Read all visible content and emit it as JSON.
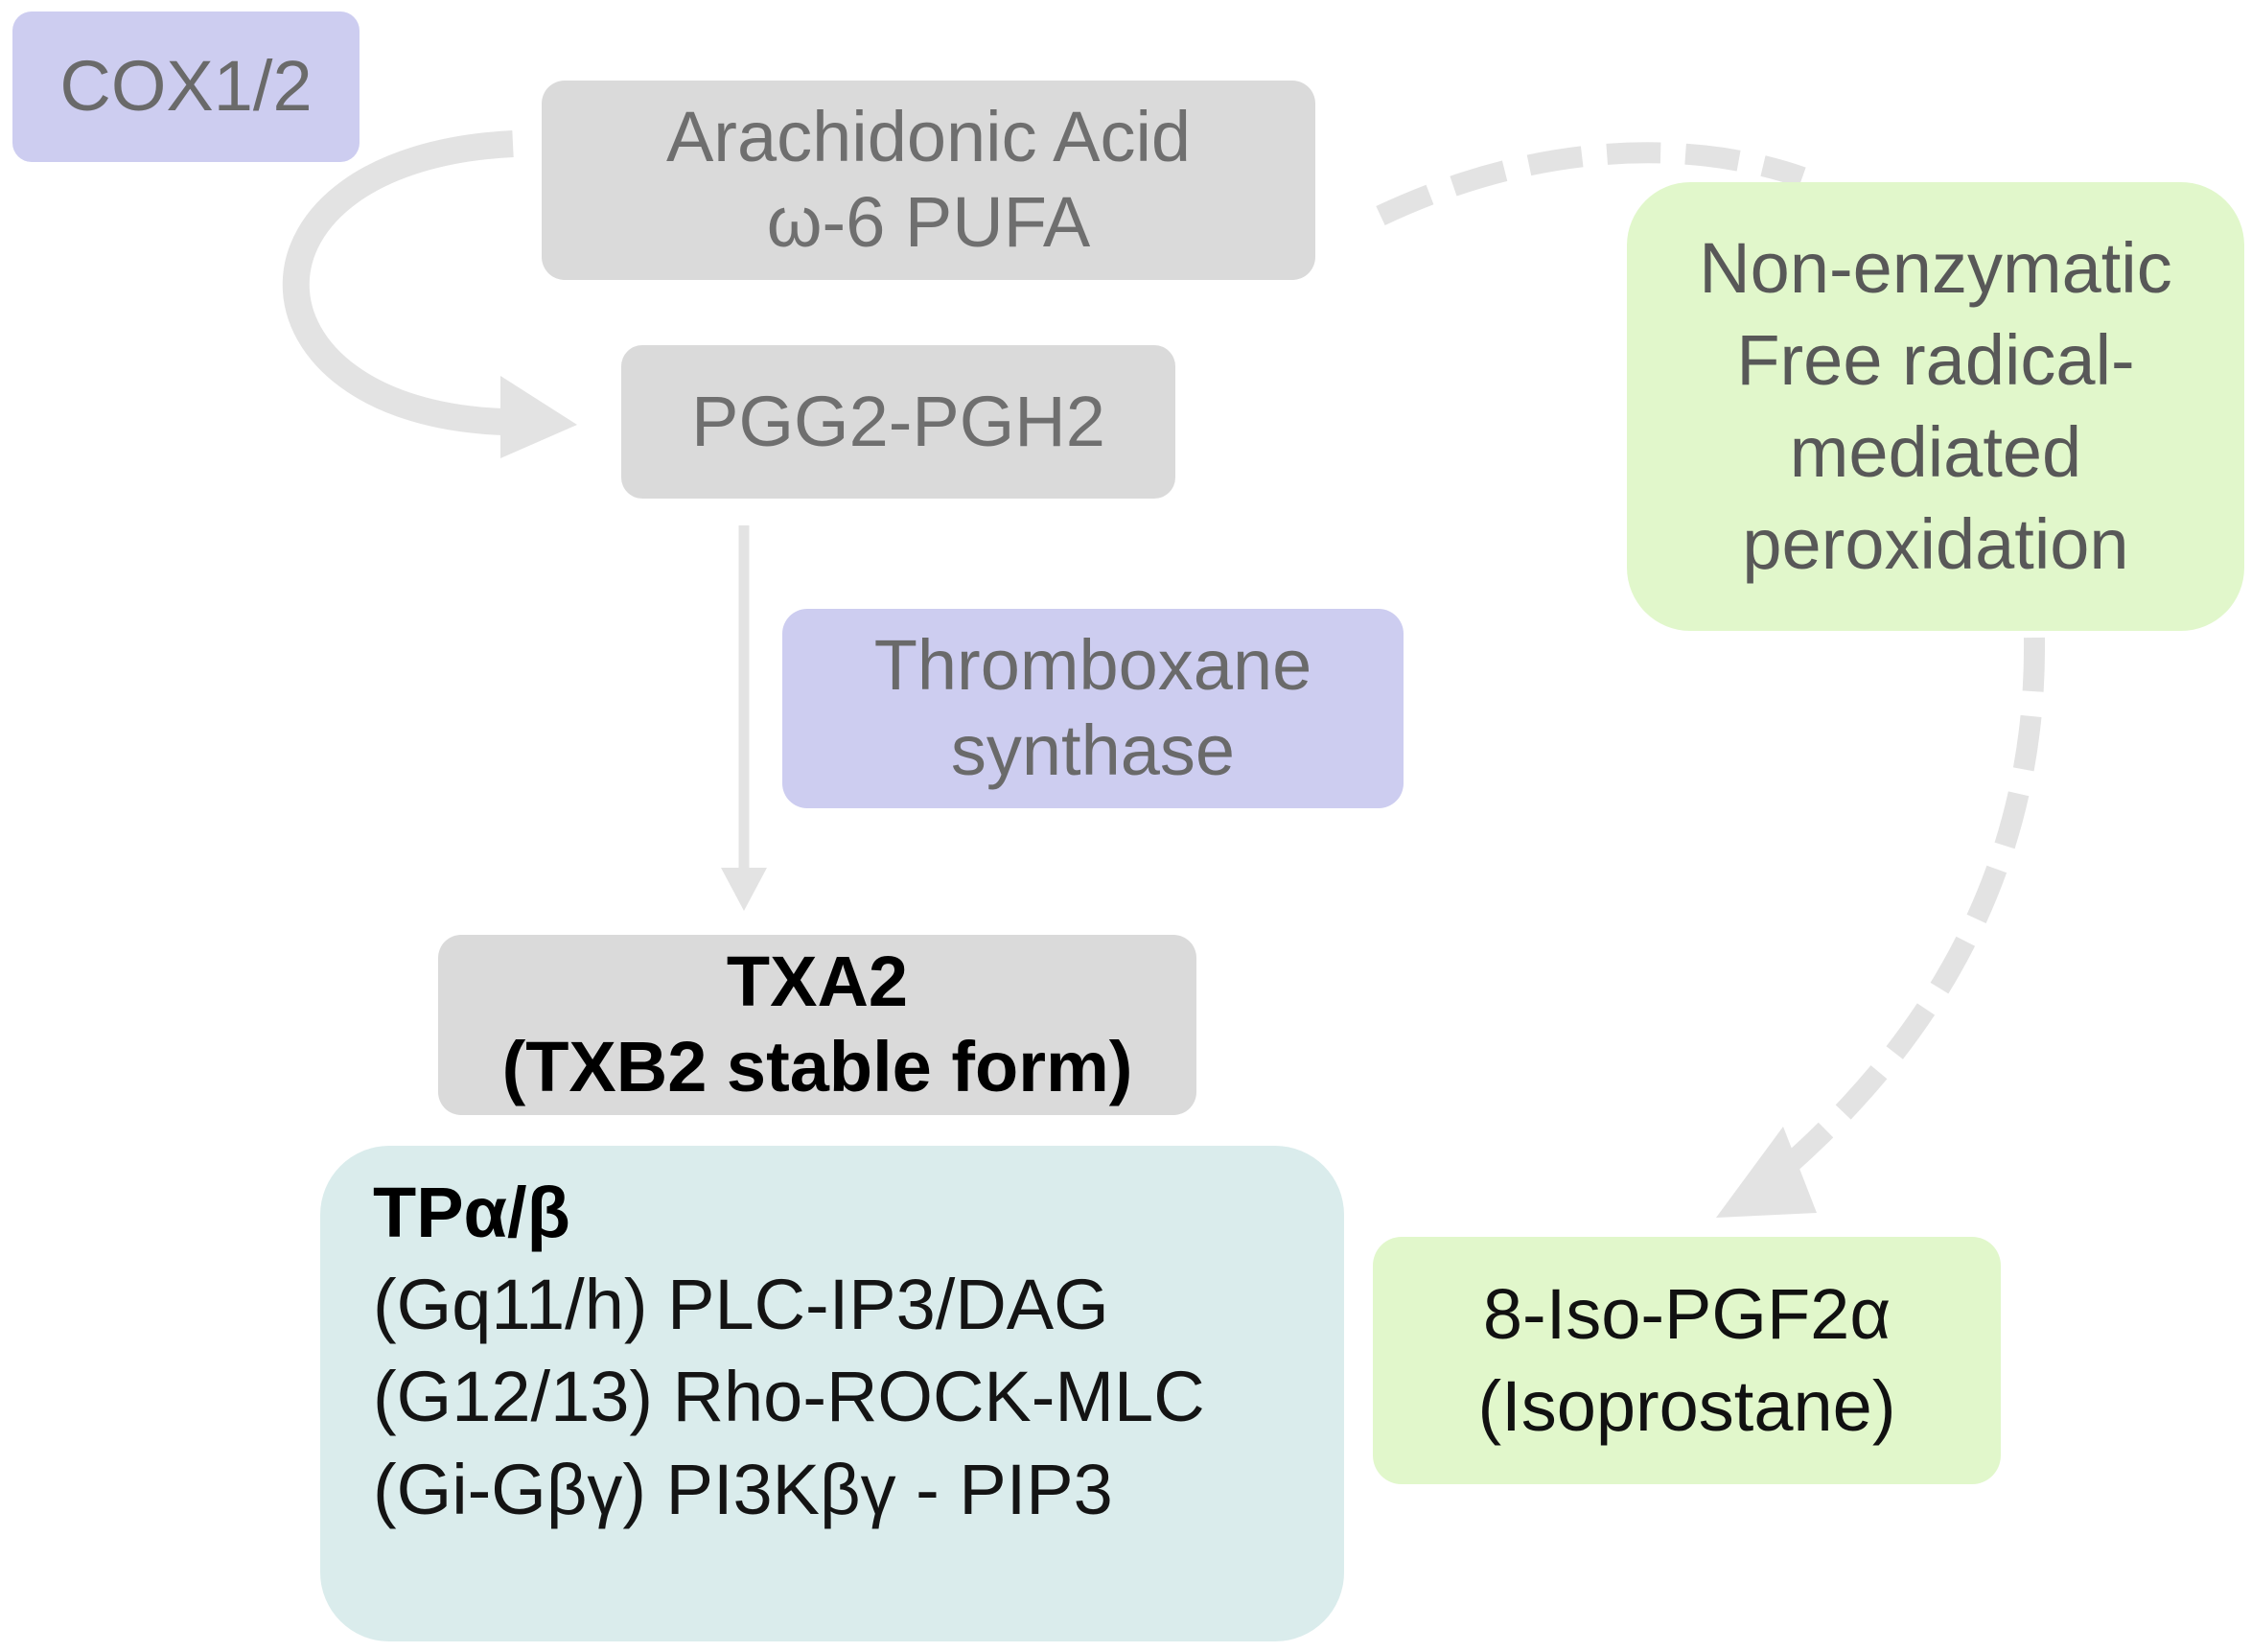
{
  "colors": {
    "gray_box": "#dadada",
    "purple_box": "#cdcdf0",
    "green_box": "#e1f7cb",
    "teal_box": "#daecec",
    "arrow": "#e3e3e3"
  },
  "nodes": {
    "cox": {
      "label": "COX1/2"
    },
    "arachidonic": {
      "line1": "Arachidonic Acid",
      "line2": "ω-6 PUFA"
    },
    "pgg": {
      "label": "PGG2-PGH2"
    },
    "thromboxane_synthase": {
      "line1": "Thromboxane",
      "line2": "synthase"
    },
    "non_enzymatic": {
      "line1": "Non-enzymatic",
      "line2": "Free radical-",
      "line3": "mediated",
      "line4": "peroxidation"
    },
    "txa2": {
      "line1": "TXA2",
      "line2": "(TXB2 stable form)"
    },
    "tp": {
      "title": "TPα/β",
      "line1": "(Gq11/h) PLC-IP3/DAG",
      "line2": "(G12/13) Rho-ROCK-MLC",
      "line3": "(Gi-Gβγ) PI3Kβγ - PIP3"
    },
    "isoprostane": {
      "line1": "8-Iso-PGF2α",
      "line2": "(Isoprostane)"
    }
  },
  "edges": [
    {
      "from": "arachidonic",
      "to": "pgg",
      "style": "solid-curved",
      "via": "cox"
    },
    {
      "from": "pgg",
      "to": "txa2",
      "style": "solid",
      "via": "thromboxane_synthase"
    },
    {
      "from": "arachidonic",
      "to": "isoprostane",
      "style": "dashed-curved",
      "via": "non_enzymatic"
    }
  ]
}
